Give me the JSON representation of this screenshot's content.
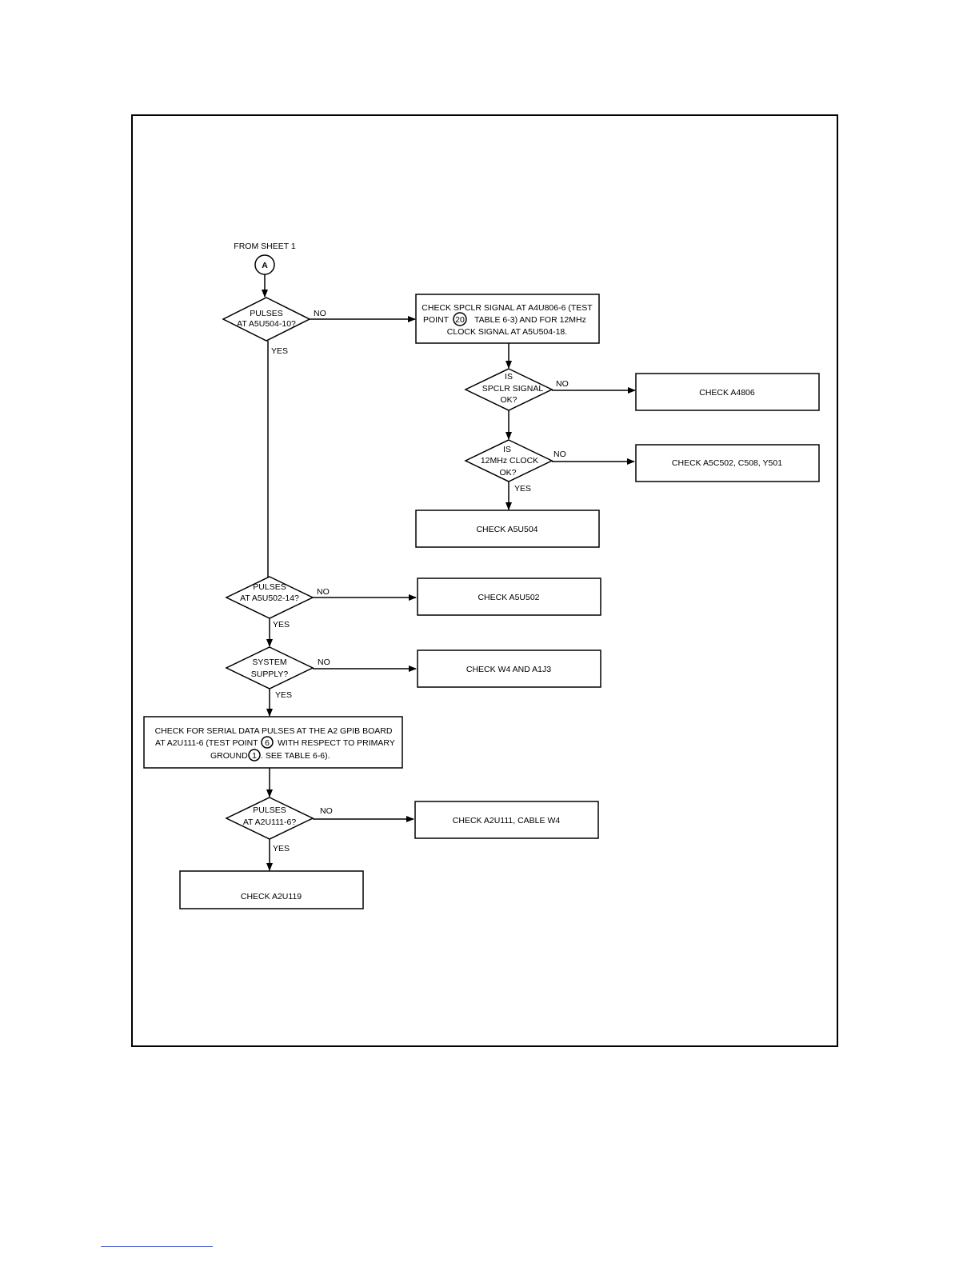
{
  "connector": {
    "from_label": "FROM SHEET 1",
    "symbol": "A"
  },
  "decisions": {
    "d1": {
      "line1": "PULSES",
      "line2": "AT A5U504-10?",
      "no": "NO",
      "yes": "YES"
    },
    "d2": {
      "line1": "IS",
      "line2": "SPCLR SIGNAL",
      "line3": "OK?",
      "no": "NO"
    },
    "d3": {
      "line1": "IS",
      "line2": "12MHz CLOCK",
      "line3": "OK?",
      "no": "NO",
      "yes": "YES"
    },
    "d4": {
      "line1": "PULSES",
      "line2": "AT A5U502-14?",
      "no": "NO",
      "yes": "YES"
    },
    "d5": {
      "line1": "SYSTEM",
      "line2": "SUPPLY?",
      "no": "NO",
      "yes": "YES"
    },
    "d6": {
      "line1": "PULSES",
      "line2": "AT A2U111-6?",
      "no": "NO",
      "yes": "YES"
    }
  },
  "boxes": {
    "spclr": {
      "line1_a": "CHECK SPCLR SIGNAL AT A4U806-6 (TEST",
      "line2_a": "POINT",
      "line2_circle": "20",
      "line2_b": "TABLE 6-3) AND FOR 12MHz",
      "line3": "CLOCK SIGNAL AT A5U504-18."
    },
    "a4806": "CHECK A4806",
    "a5c502": "CHECK A5C502, C508, Y501",
    "a5u504": "CHECK A5U504",
    "a5u502": "CHECK A5U502",
    "w4a1j3": "CHECK W4 AND A1J3",
    "serial": {
      "line1": "CHECK FOR SERIAL DATA PULSES AT THE A2 GPIB BOARD",
      "line2_a": "AT A2U111-6 (TEST POINT",
      "line2_circle": "6",
      "line2_b": "WITH RESPECT TO PRIMARY",
      "line3_a": "GROUND",
      "line3_circle": "1",
      "line3_b": ". SEE TABLE 6-6)."
    },
    "a2u111": "CHECK A2U111, CABLE W4",
    "a2u119": "CHECK A2U119"
  }
}
